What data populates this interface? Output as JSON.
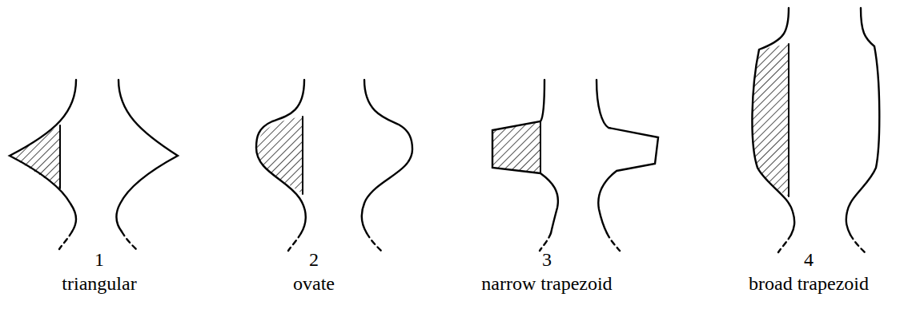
{
  "diagram": {
    "labels": [
      "1",
      "triangular",
      "2",
      "ovate",
      "3",
      "narrow trapezoid",
      "4",
      "broad trapezoid"
    ]
  }
}
